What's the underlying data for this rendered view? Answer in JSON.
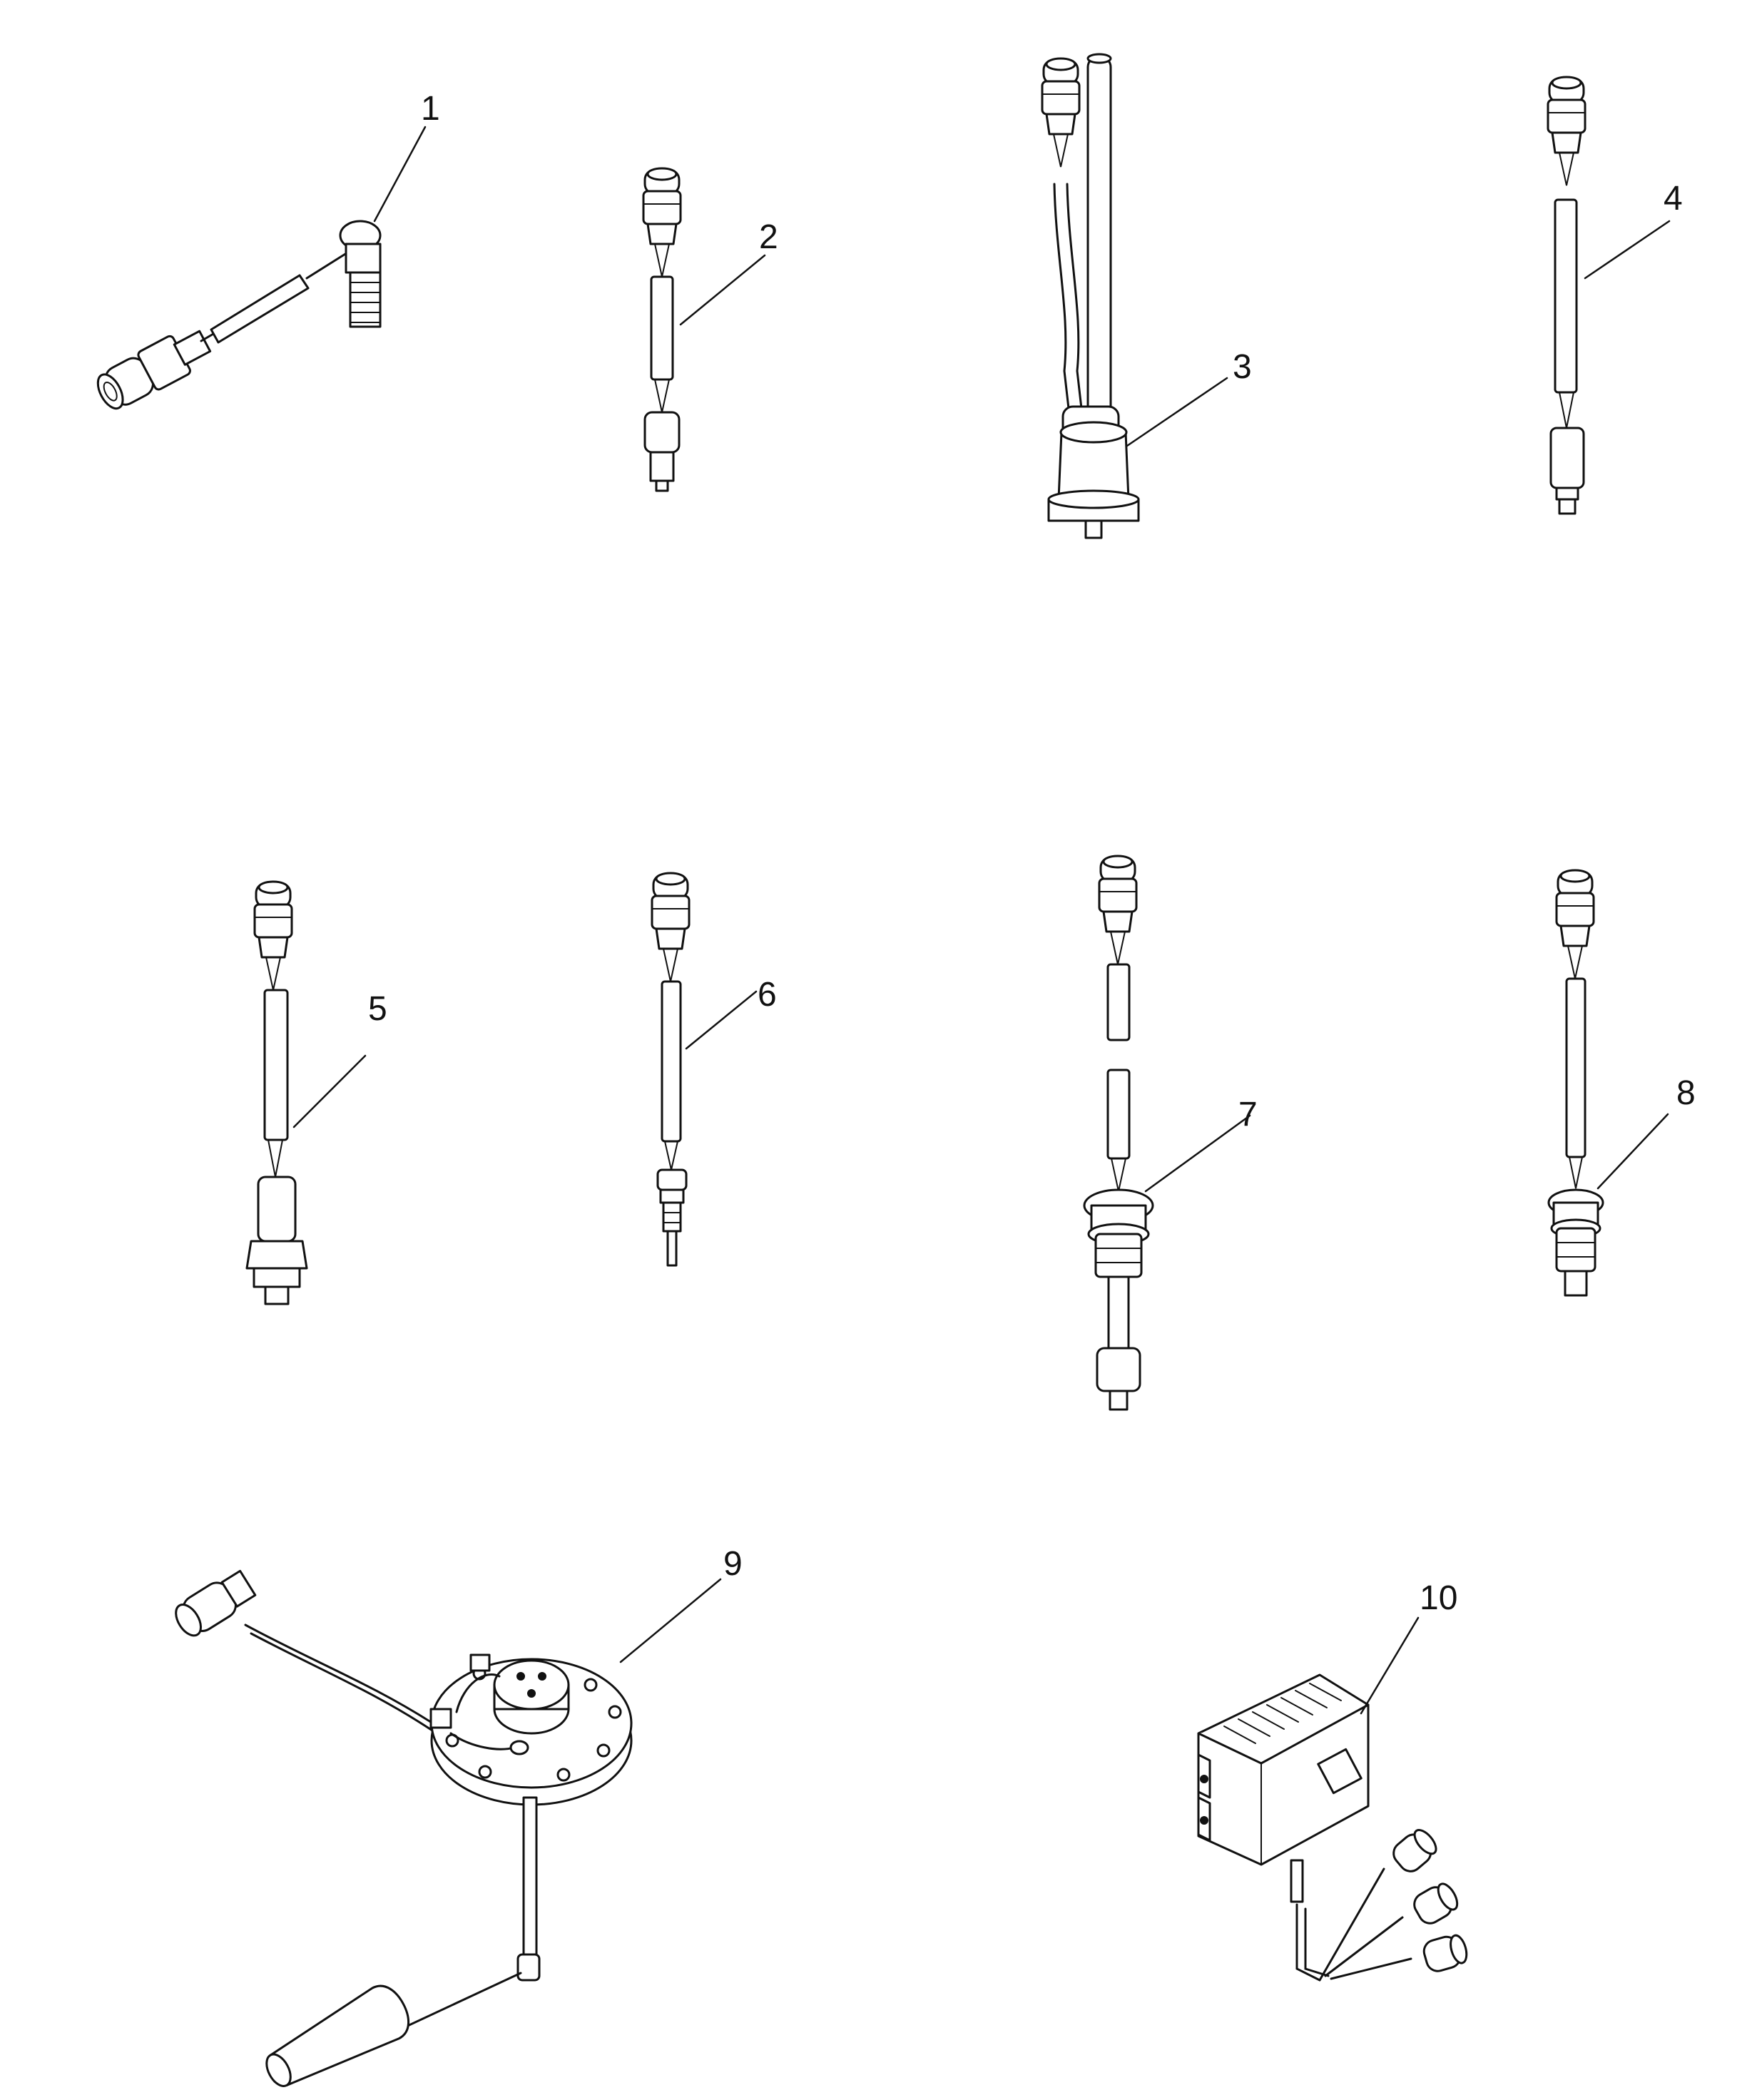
{
  "callouts": [
    {
      "id": "part-1",
      "label": "1"
    },
    {
      "id": "part-2",
      "label": "2"
    },
    {
      "id": "part-3",
      "label": "3"
    },
    {
      "id": "part-4",
      "label": "4"
    },
    {
      "id": "part-5",
      "label": "5"
    },
    {
      "id": "part-6",
      "label": "6"
    },
    {
      "id": "part-7",
      "label": "7"
    },
    {
      "id": "part-8",
      "label": "8"
    },
    {
      "id": "part-9",
      "label": "9"
    },
    {
      "id": "part-10",
      "label": "10"
    }
  ],
  "colors": {
    "line": "#111111",
    "background": "#ffffff"
  }
}
